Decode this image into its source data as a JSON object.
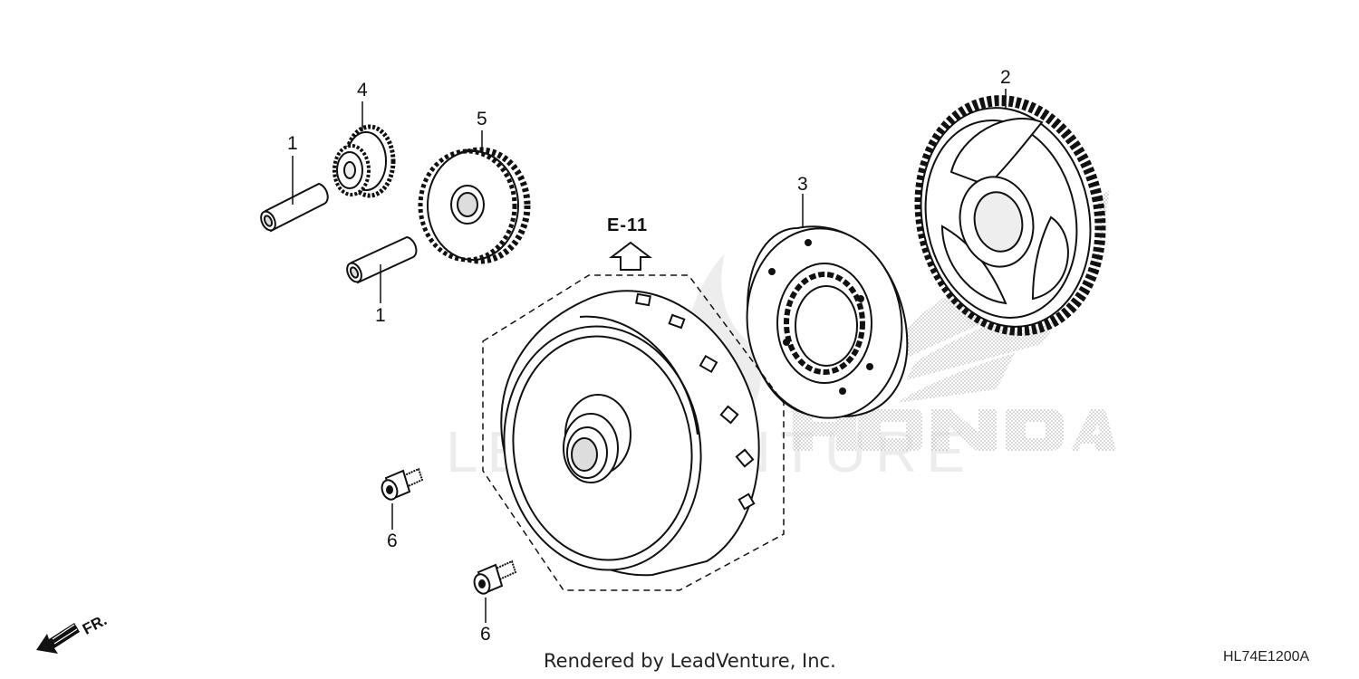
{
  "diagram": {
    "callouts": [
      {
        "id": "1a",
        "text": "1"
      },
      {
        "id": "1b",
        "text": "1"
      },
      {
        "id": "2",
        "text": "2"
      },
      {
        "id": "3",
        "text": "3"
      },
      {
        "id": "4",
        "text": "4"
      },
      {
        "id": "5",
        "text": "5"
      },
      {
        "id": "6a",
        "text": "6"
      },
      {
        "id": "6b",
        "text": "6"
      }
    ],
    "reference_label": "E-11",
    "direction_label": "FR.",
    "footer_text": "Rendered by LeadVenture, Inc.",
    "diagram_code": "HL74E1200A",
    "watermarks": {
      "leadventure": "LEADVENTURE",
      "honda": "HONDA"
    }
  }
}
